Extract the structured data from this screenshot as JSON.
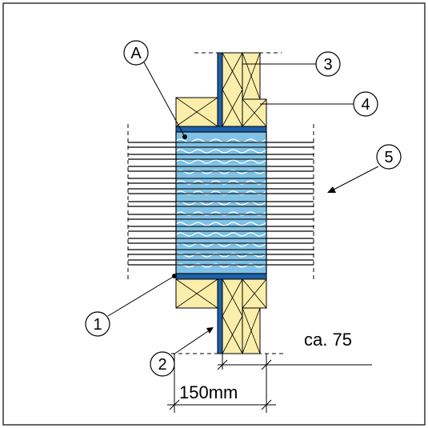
{
  "callouts": {
    "a": "A",
    "one": "1",
    "two": "2",
    "three": "3",
    "four": "4",
    "five": "5"
  },
  "dimensions": {
    "width_label": "150mm",
    "offset_label": "ca. 75"
  },
  "colors": {
    "insulation": "#7fc2e6",
    "wood": "#faeeaa",
    "steel": "#1d5fa8",
    "wave": "#ffffff",
    "line": "#000000"
  }
}
